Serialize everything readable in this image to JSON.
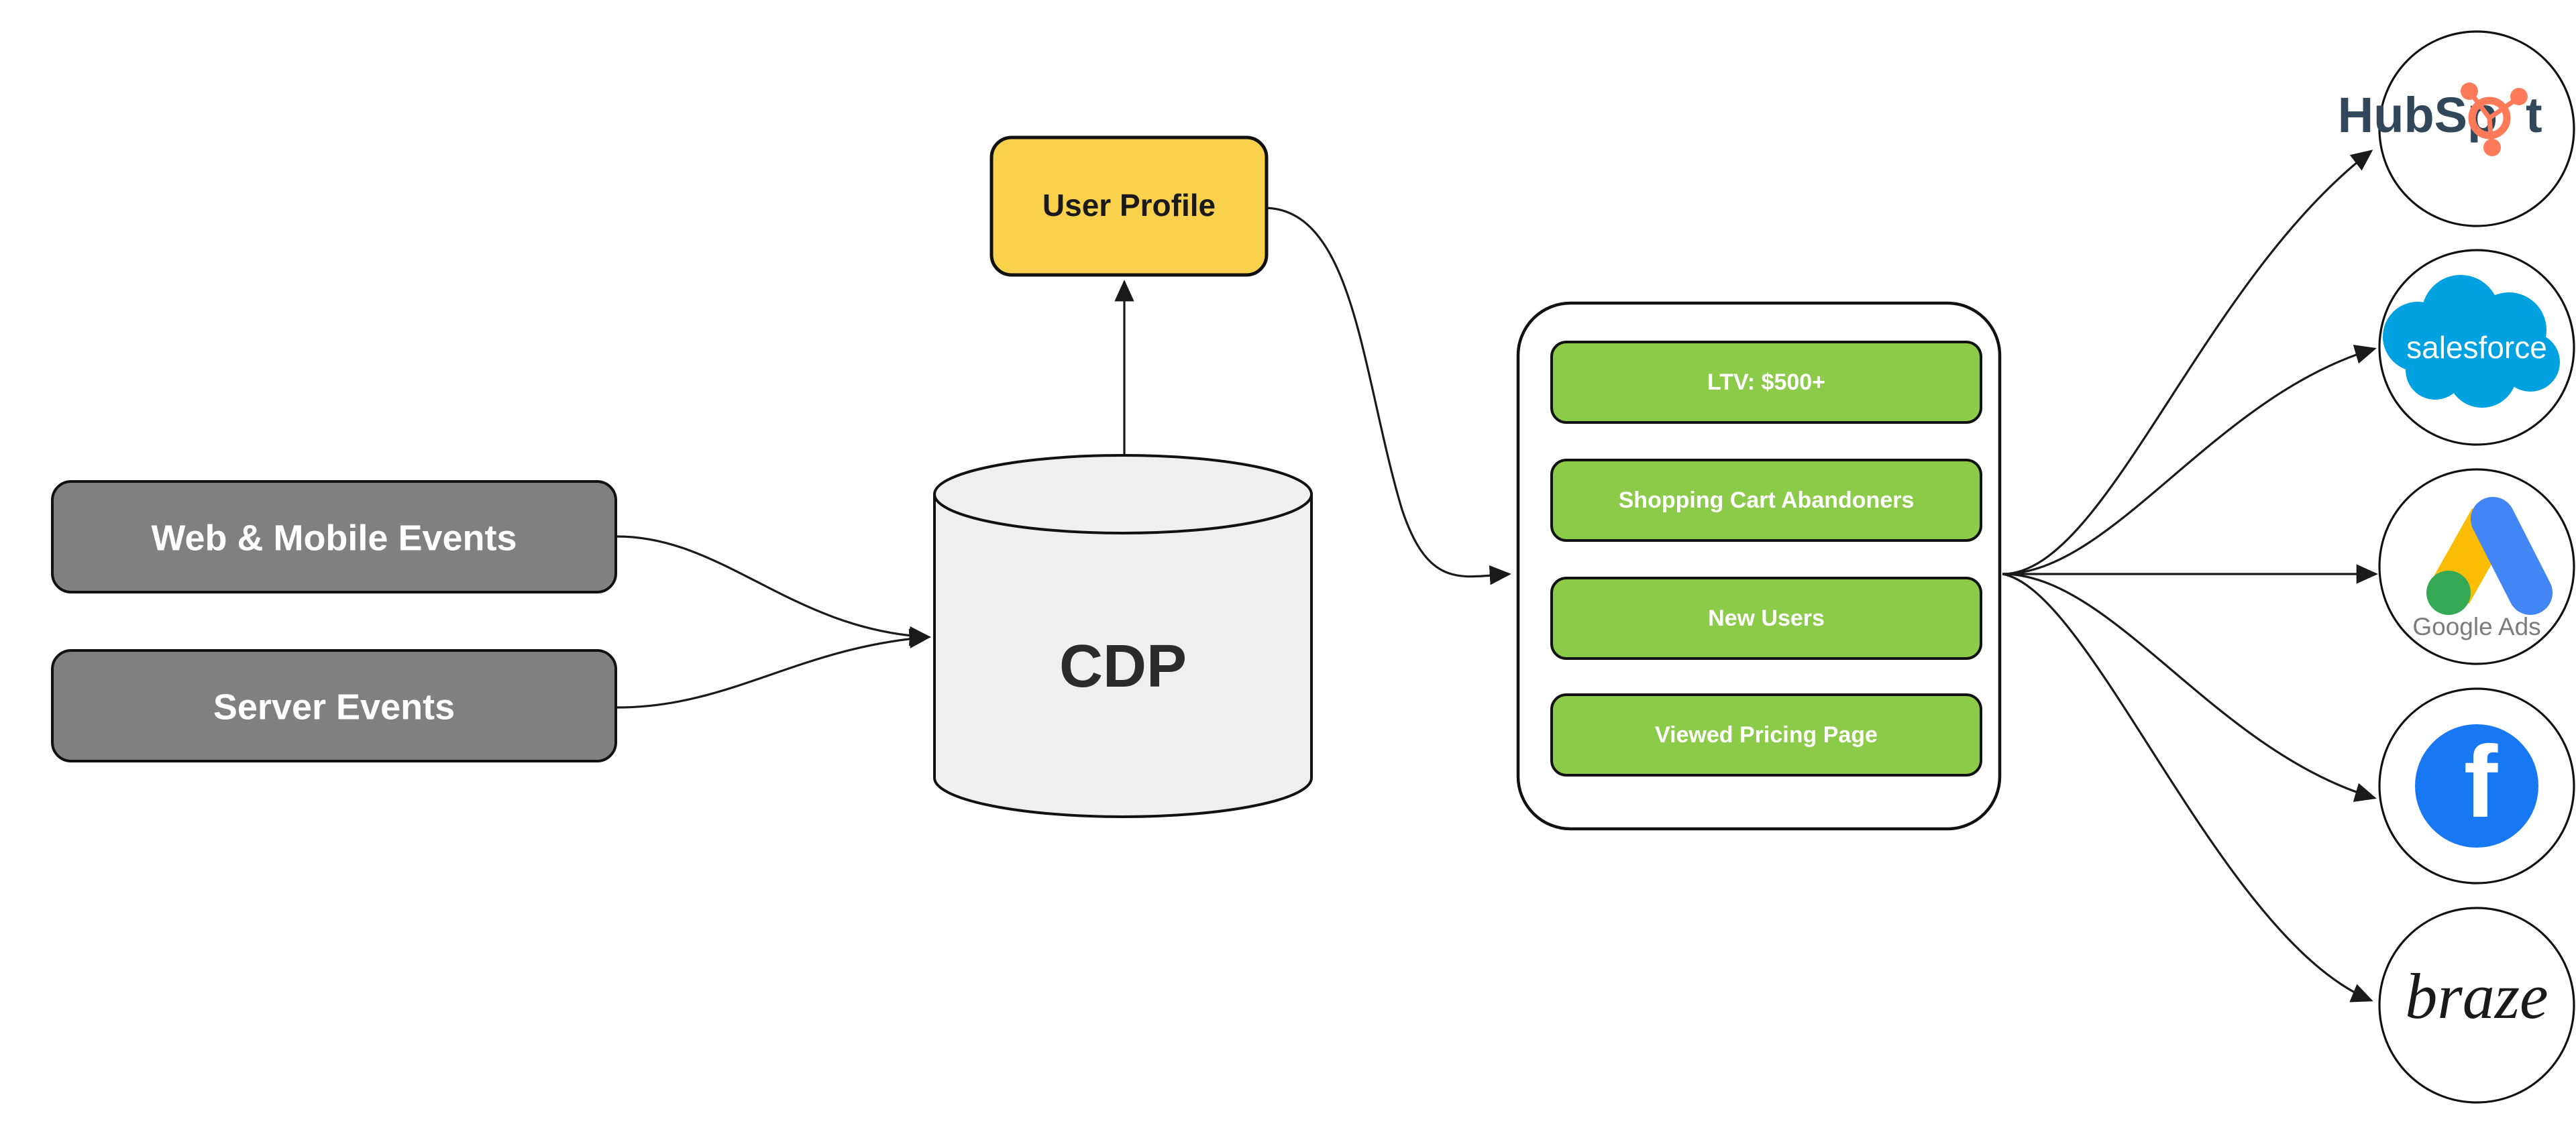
{
  "diagram": {
    "title": "Customer Data Platform flow",
    "background": "#ffffff",
    "sources": {
      "fill": "#808080",
      "text_color": "#ffffff",
      "items": [
        {
          "id": "web-mobile-events",
          "label": "Web & Mobile Events"
        },
        {
          "id": "server-events",
          "label": "Server Events"
        }
      ]
    },
    "store": {
      "id": "cdp",
      "label": "CDP",
      "shape": "cylinder",
      "fill": "#efefef",
      "text_color": "#2b2b2b"
    },
    "profile": {
      "id": "user-profile",
      "label": "User Profile",
      "fill": "#F9D14C",
      "text_color": "#1a1a1a"
    },
    "segments": {
      "container_id": "segments-container",
      "container_fill": "#ffffff",
      "chip_fill": "#8CCB4A",
      "text_color": "#ffffff",
      "items": [
        {
          "id": "segment-ltv",
          "label": "LTV: $500+"
        },
        {
          "id": "segment-cart-abandoners",
          "label": "Shopping Cart Abandoners"
        },
        {
          "id": "segment-new-users",
          "label": "New Users"
        },
        {
          "id": "segment-viewed-pricing",
          "label": "Viewed Pricing Page"
        }
      ]
    },
    "destinations": {
      "items": [
        {
          "id": "hubspot",
          "name": "HubSpot",
          "icon": "hubspot-logo",
          "wordmark_dark": "HubSp",
          "wordmark_tail": "t",
          "colors": {
            "dark": "#33475B",
            "accent": "#FF7A59"
          }
        },
        {
          "id": "salesforce",
          "name": "salesforce",
          "icon": "salesforce-cloud-logo",
          "wordmark": "salesforce",
          "colors": {
            "cloud": "#00A1E0",
            "text": "#ffffff"
          }
        },
        {
          "id": "google-ads",
          "name": "Google Ads",
          "icon": "google-ads-logo",
          "wordmark": "Google Ads",
          "colors": {
            "blue": "#4285F4",
            "yellow": "#FBBC04",
            "green": "#34A853",
            "text": "#7B7B7B"
          }
        },
        {
          "id": "facebook",
          "name": "Facebook",
          "icon": "facebook-logo",
          "wordmark": "f",
          "colors": {
            "blue": "#1877F2",
            "glyph": "#ffffff"
          }
        },
        {
          "id": "braze",
          "name": "braze",
          "icon": "braze-logo",
          "wordmark": "braze",
          "colors": {
            "script": "#1A1A1A"
          }
        }
      ]
    },
    "edges": [
      {
        "id": "edge-web-to-cdp",
        "from": "web-mobile-events",
        "to": "cdp",
        "style": "curved",
        "arrow": true
      },
      {
        "id": "edge-server-to-cdp",
        "from": "server-events",
        "to": "cdp",
        "style": "curved",
        "arrow": true
      },
      {
        "id": "edge-cdp-to-profile",
        "from": "cdp",
        "to": "user-profile",
        "style": "straight",
        "arrow": true
      },
      {
        "id": "edge-profile-to-segments",
        "from": "user-profile",
        "to": "segments-container",
        "style": "s-curve",
        "arrow": true
      },
      {
        "id": "edge-segments-to-hubspot",
        "from": "segments-container",
        "to": "hubspot",
        "style": "curved",
        "arrow": true
      },
      {
        "id": "edge-segments-to-salesforce",
        "from": "segments-container",
        "to": "salesforce",
        "style": "curved",
        "arrow": true
      },
      {
        "id": "edge-segments-to-google-ads",
        "from": "segments-container",
        "to": "google-ads",
        "style": "straight",
        "arrow": true
      },
      {
        "id": "edge-segments-to-facebook",
        "from": "segments-container",
        "to": "facebook",
        "style": "curved",
        "arrow": true
      },
      {
        "id": "edge-segments-to-braze",
        "from": "segments-container",
        "to": "braze",
        "style": "curved",
        "arrow": true
      }
    ]
  }
}
